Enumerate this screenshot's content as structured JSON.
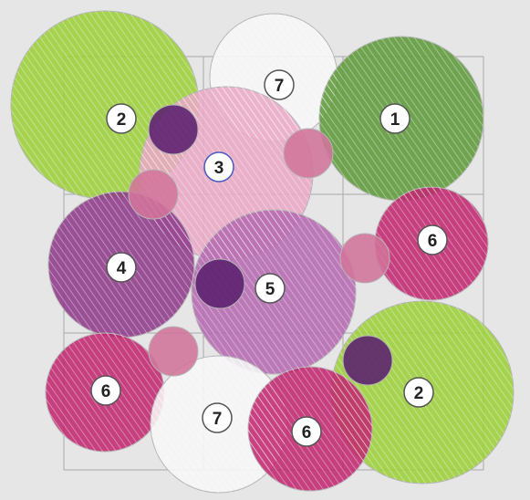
{
  "diagram": {
    "colors": {
      "background": "#e6e6e6",
      "grid_line": "#a8a8a8",
      "lime_green": "#9ccf3a",
      "forest_green": "#5f9a3b",
      "white": "#f7f7f7",
      "light_pink": "#e9a8c6",
      "dusty_rose": "#d2749b",
      "purple": "#8e3b8a",
      "mauve": "#b56ab0",
      "magenta": "#c2286f",
      "dark_purple": "#5a1f6e"
    },
    "plants": [
      {
        "id": "plant-1",
        "number": "1",
        "color": "forest_green",
        "shape": "large-circle"
      },
      {
        "id": "plant-2a",
        "number": "2",
        "color": "lime_green",
        "shape": "large-circle"
      },
      {
        "id": "plant-2b",
        "number": "2",
        "color": "lime_green",
        "shape": "large-circle"
      },
      {
        "id": "plant-3",
        "number": "3",
        "color": "light_pink",
        "shape": "large-circle"
      },
      {
        "id": "plant-4",
        "number": "4",
        "color": "purple",
        "shape": "large-circle"
      },
      {
        "id": "plant-5",
        "number": "5",
        "color": "mauve",
        "shape": "large-circle"
      },
      {
        "id": "plant-6a",
        "number": "6",
        "color": "magenta",
        "shape": "large-circle"
      },
      {
        "id": "plant-6b",
        "number": "6",
        "color": "magenta",
        "shape": "large-circle"
      },
      {
        "id": "plant-6c",
        "number": "6",
        "color": "magenta",
        "shape": "large-circle"
      },
      {
        "id": "plant-7a",
        "number": "7",
        "color": "white",
        "shape": "large-circle"
      },
      {
        "id": "plant-7b",
        "number": "7",
        "color": "white",
        "shape": "large-circle"
      }
    ],
    "accents": [
      {
        "id": "accent-rose-1",
        "color": "dusty_rose"
      },
      {
        "id": "accent-rose-2",
        "color": "dusty_rose"
      },
      {
        "id": "accent-rose-3",
        "color": "dusty_rose"
      },
      {
        "id": "accent-rose-4",
        "color": "dusty_rose"
      },
      {
        "id": "accent-dark-1",
        "color": "dark_purple"
      },
      {
        "id": "accent-dark-2",
        "color": "dark_purple"
      },
      {
        "id": "accent-dark-3",
        "color": "dark_purple"
      }
    ]
  }
}
